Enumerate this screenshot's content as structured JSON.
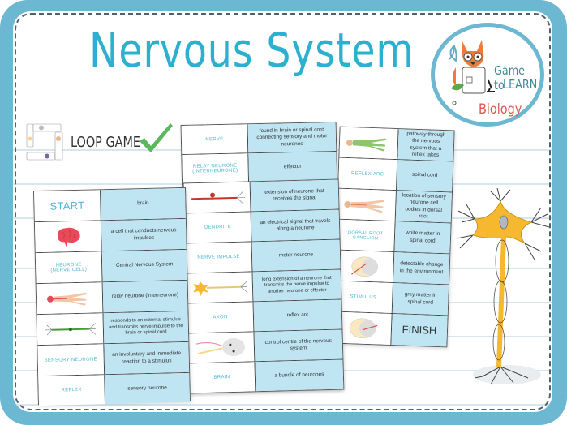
{
  "title": "Nervous System",
  "logo": {
    "line1": "Game to",
    "line2": "LEARN",
    "line3": "Biology"
  },
  "loop_game": {
    "label": "LOOP GAME",
    "icon": "check-icon"
  },
  "colors": {
    "frame": "#6cb8d2",
    "title": "#2cb0cf",
    "card_answer_bg": "#bfe5f3",
    "term_text": "#4bb5d1",
    "check": "#5cb85c",
    "neuron": "#f5b82e"
  },
  "cards": {
    "left": [
      {
        "term": "START",
        "term_type": "text",
        "answer": "brain"
      },
      {
        "term": "",
        "term_type": "image",
        "image": "brain-icon",
        "answer": "a cell that conducts nervous impulses"
      },
      {
        "term": "NEURONE (NERVE CELL)",
        "term_type": "text",
        "answer": "Central Nervous System"
      },
      {
        "term": "",
        "term_type": "image",
        "image": "body-cns-icon",
        "answer": "relay neurone (interneurone)"
      },
      {
        "term": "",
        "term_type": "image",
        "image": "relay-neurone-icon",
        "answer": "responds to an external stimulus and transmits nerve impulse to the brain or spinal cord"
      },
      {
        "term": "SENSORY NEURONE",
        "term_type": "text",
        "answer": "an involuntary and immediate reaction to a stimulus"
      },
      {
        "term": "REFLEX",
        "term_type": "text",
        "answer": "sensory neurone"
      }
    ],
    "middle": [
      {
        "term": "NERVE",
        "term_type": "text",
        "answer": "found in brain or spinal cord connecting sensory and motor neurones"
      },
      {
        "term": "RELAY NEURONE (INTERNEURONE)",
        "term_type": "text",
        "answer": "effector"
      },
      {
        "term": "",
        "term_type": "image",
        "image": "sensory-neurone-icon",
        "answer": "extension of neurone that receives the signal"
      },
      {
        "term": "DENDRITE",
        "term_type": "text",
        "answer": "an electrical signal that travels along a neurone"
      },
      {
        "term": "NERVE IMPULSE",
        "term_type": "text",
        "answer": "motor neurone"
      },
      {
        "term": "",
        "term_type": "image",
        "image": "motor-neurone-icon",
        "answer": "long extension of a neurone that transmits the nerve impulse to another neurone or effector"
      },
      {
        "term": "AXON",
        "term_type": "text",
        "answer": "reflex arc"
      },
      {
        "term": "",
        "term_type": "image",
        "image": "reflex-arc-icon",
        "answer": "control centre of the nervous system"
      },
      {
        "term": "BRAIN",
        "term_type": "text",
        "answer": "a bundle of neurones"
      }
    ],
    "right": [
      {
        "term": "",
        "term_type": "image",
        "image": "body-nerves-icon",
        "answer": "pathway through the nervous system that a reflex takes"
      },
      {
        "term": "REFLEX ARC",
        "term_type": "text",
        "answer": "spinal cord"
      },
      {
        "term": "",
        "term_type": "image",
        "image": "body-spine-icon",
        "answer": "location of sensory neurone cell bodies in dorsal root"
      },
      {
        "term": "DORSAL ROOT GANGLION",
        "term_type": "text",
        "answer": "white matter in spinal cord"
      },
      {
        "term": "",
        "term_type": "image",
        "image": "spinal-cord-white-icon",
        "answer": "detectable change in the environment"
      },
      {
        "term": "STIMULUS",
        "term_type": "text",
        "answer": "grey matter in spinal cord"
      },
      {
        "term": "",
        "term_type": "image",
        "image": "spinal-cord-grey-icon",
        "answer": "FINISH"
      }
    ]
  }
}
